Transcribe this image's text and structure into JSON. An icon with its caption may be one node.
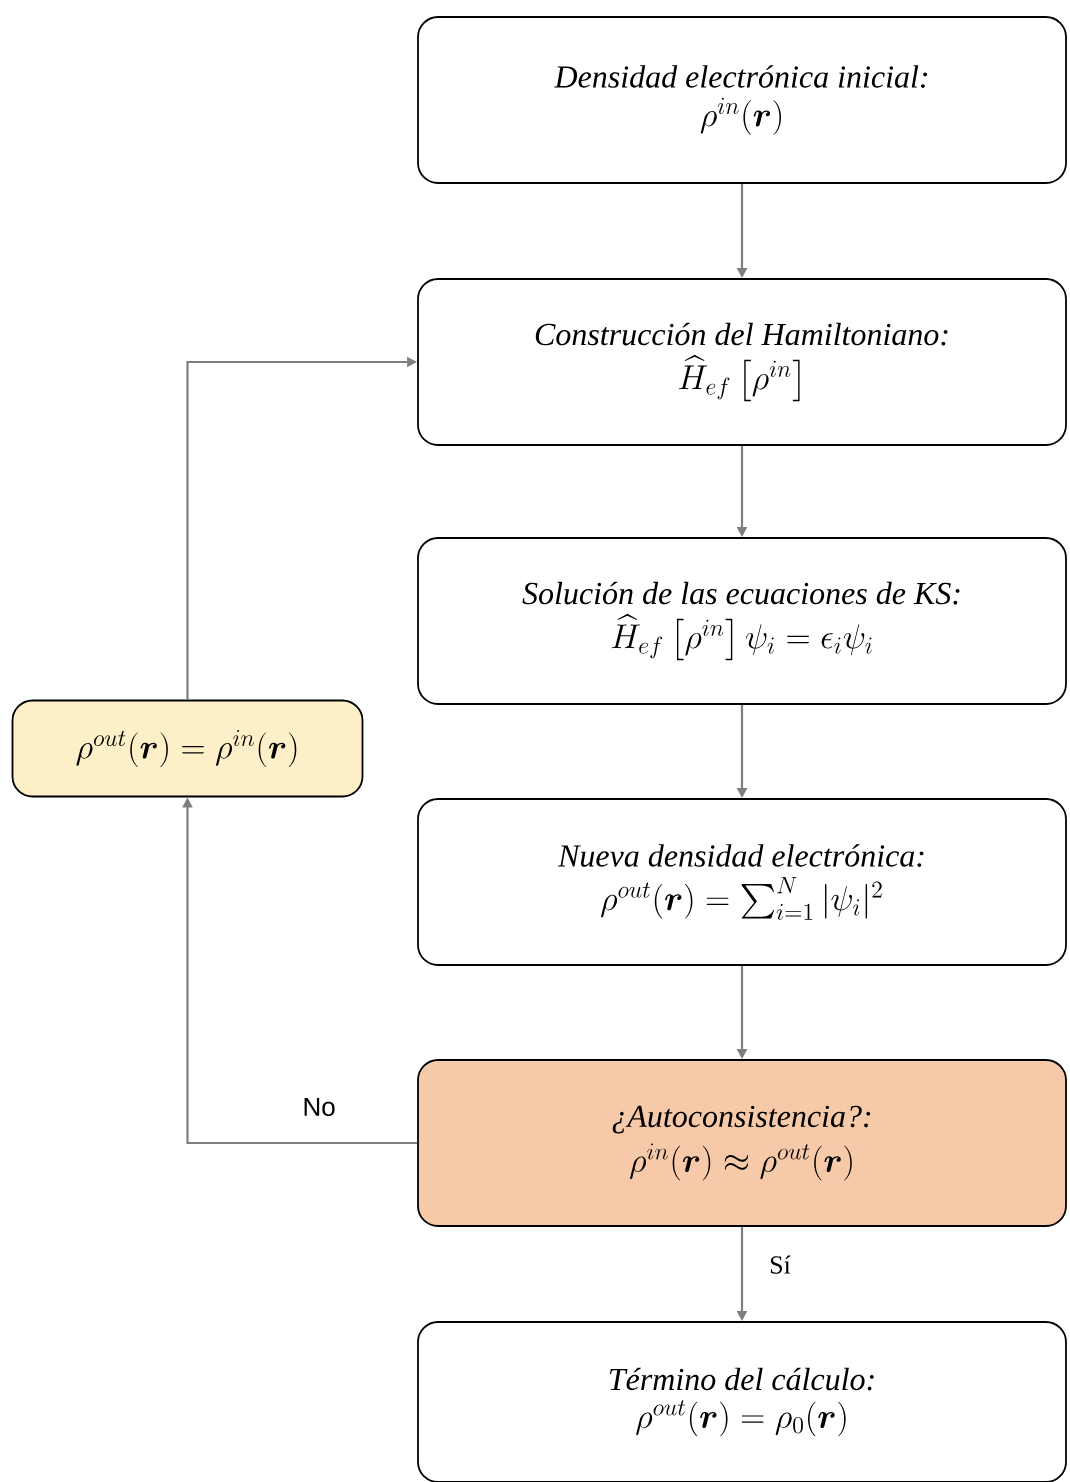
{
  "diagram": {
    "nodes": [
      {
        "text": [
          "Densidad electrónica inicial:",
          "\\rho^{in}(\\boldsymbol{r})"
        ]
      },
      {
        "text": [
          "Construcción del Hamiltoniano:",
          "\\widehat{H}_{ef}\\left[\\rho^{in}\\right]"
        ]
      },
      {
        "text": [
          "Solución de las ecuaciones de KS:",
          "\\widehat{H}_{ef}\\left[\\rho^{in}\\right]\\psi_i = \\epsilon_i\\psi_i"
        ]
      },
      {
        "text": [
          "Nueva densidad electrónica:",
          "\\rho^{out}(\\boldsymbol{r}) = \\textstyle\\sum_{i=1}^{N}|\\psi_i|^2"
        ]
      },
      {
        "text": [
          "¿Autoconsistencia?:",
          "\\rho^{in}(\\boldsymbol{r}) \\approx \\rho^{out}(\\boldsymbol{r})"
        ]
      },
      {
        "text": [
          "Término del cálculo:",
          "\\rho^{out}(\\boldsymbol{r}) = \\rho_0(\\boldsymbol{r})"
        ]
      },
      {
        "text": [
          "\\rho^{out}(\\boldsymbol{r}) = \\rho^{in}(\\boldsymbol{r})"
        ]
      }
    ],
    "edges": [
      {
        "from": 0,
        "to": 1,
        "arrow": "to"
      },
      {
        "from": 1,
        "to": 2,
        "arrow": "to"
      },
      {
        "from": 2,
        "to": 3,
        "arrow": "to"
      },
      {
        "from": 3,
        "to": 4,
        "arrow": "to"
      },
      {
        "from": 4,
        "to": 5,
        "arrow": "to",
        "label": "Sí"
      },
      {
        "from": 4,
        "to": 6,
        "arrow": "to",
        "label": "No"
      },
      {
        "from": 6,
        "to": 1,
        "arrow": "to"
      }
    ]
  }
}
